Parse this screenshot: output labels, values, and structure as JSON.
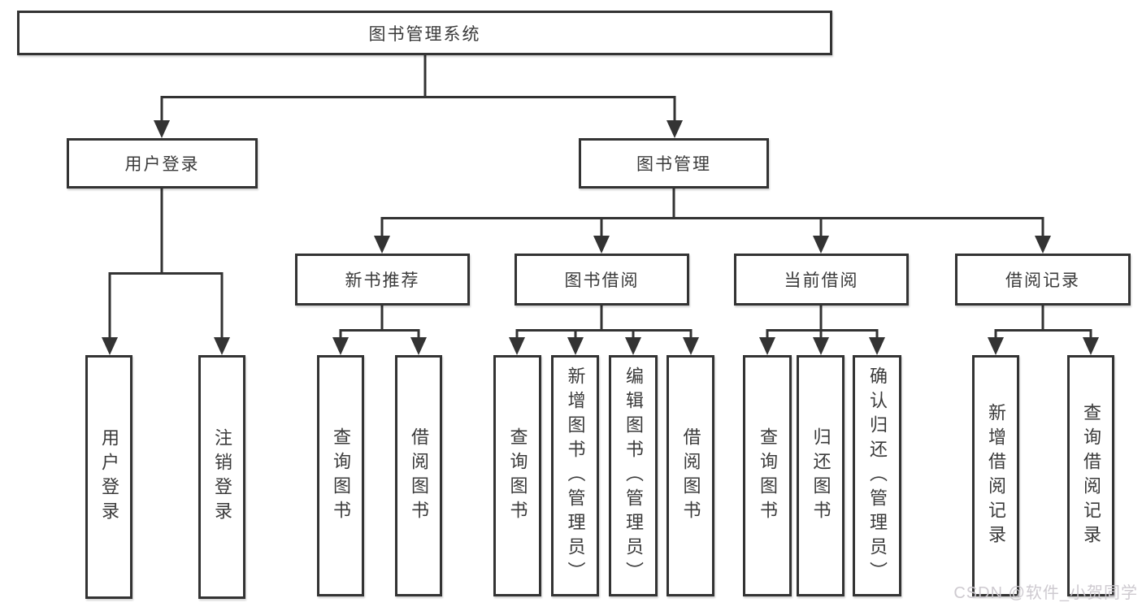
{
  "tree": {
    "label": "图书管理系统",
    "children": [
      {
        "label": "用户登录",
        "children": [
          {
            "label": "用户登录"
          },
          {
            "label": "注销登录"
          }
        ]
      },
      {
        "label": "图书管理",
        "children": [
          {
            "label": "新书推荐",
            "children": [
              {
                "label": "查询图书"
              },
              {
                "label": "借阅图书"
              }
            ]
          },
          {
            "label": "图书借阅",
            "children": [
              {
                "label": "查询图书"
              },
              {
                "label": "新增图书（管理员）"
              },
              {
                "label": "编辑图书（管理员）"
              },
              {
                "label": "借阅图书"
              }
            ]
          },
          {
            "label": "当前借阅",
            "children": [
              {
                "label": "查询图书"
              },
              {
                "label": "归还图书"
              },
              {
                "label": "确认归还（管理员）"
              }
            ]
          },
          {
            "label": "借阅记录",
            "children": [
              {
                "label": "新增借阅记录"
              },
              {
                "label": "查询借阅记录"
              }
            ]
          }
        ]
      }
    ]
  },
  "watermark": {
    "text": "CSDN @软件_小贺同学"
  },
  "colors": {
    "line": "#333333",
    "text": "#3a3a3a",
    "background": "#ffffff",
    "watermark": "#cbc7ce"
  }
}
